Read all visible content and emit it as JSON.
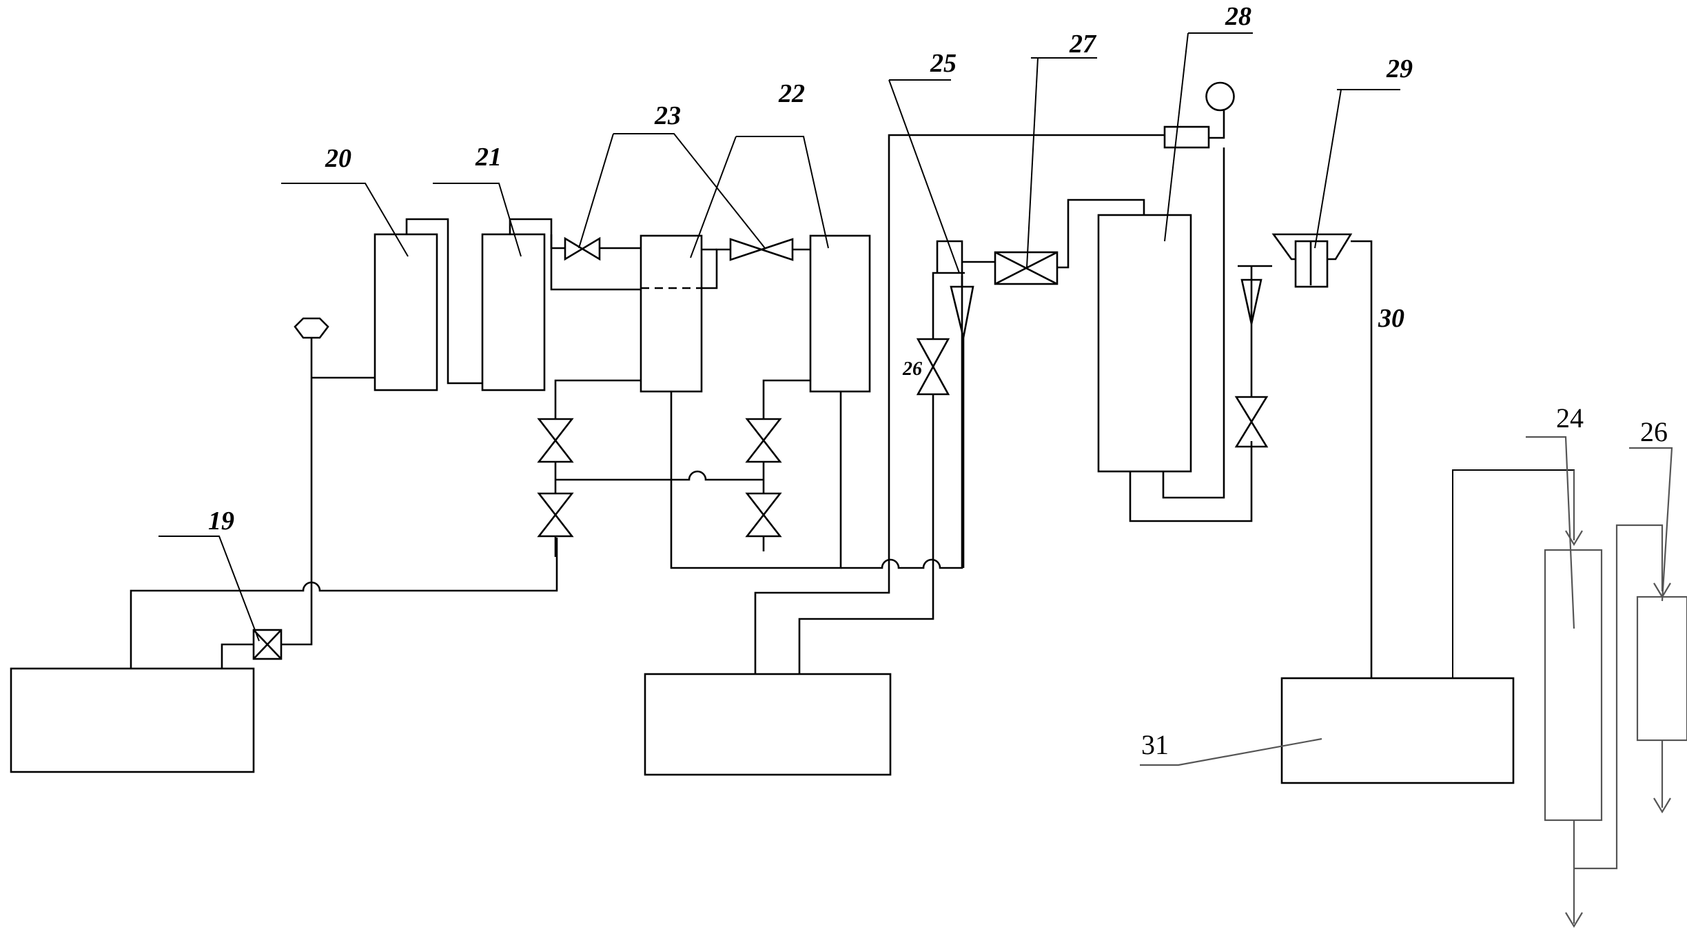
{
  "labels": {
    "l19": "19",
    "l20": "20",
    "l21": "21",
    "l22": "22",
    "l23": "23",
    "l24": "24",
    "l25": "25",
    "l26a": "26",
    "l26b": "26",
    "l27": "27",
    "l28": "28",
    "l29": "29",
    "l30": "30",
    "l31": "31"
  },
  "icons": {
    "gate_valve": "bowtie-valve-icon",
    "check_valve": "crossed-box-valve-icon",
    "gauge": "pressure-gauge-icon",
    "flow_meter": "rotameter-icon",
    "separator": "cyclone-separator-icon",
    "arrow": "flow-arrow-icon"
  }
}
